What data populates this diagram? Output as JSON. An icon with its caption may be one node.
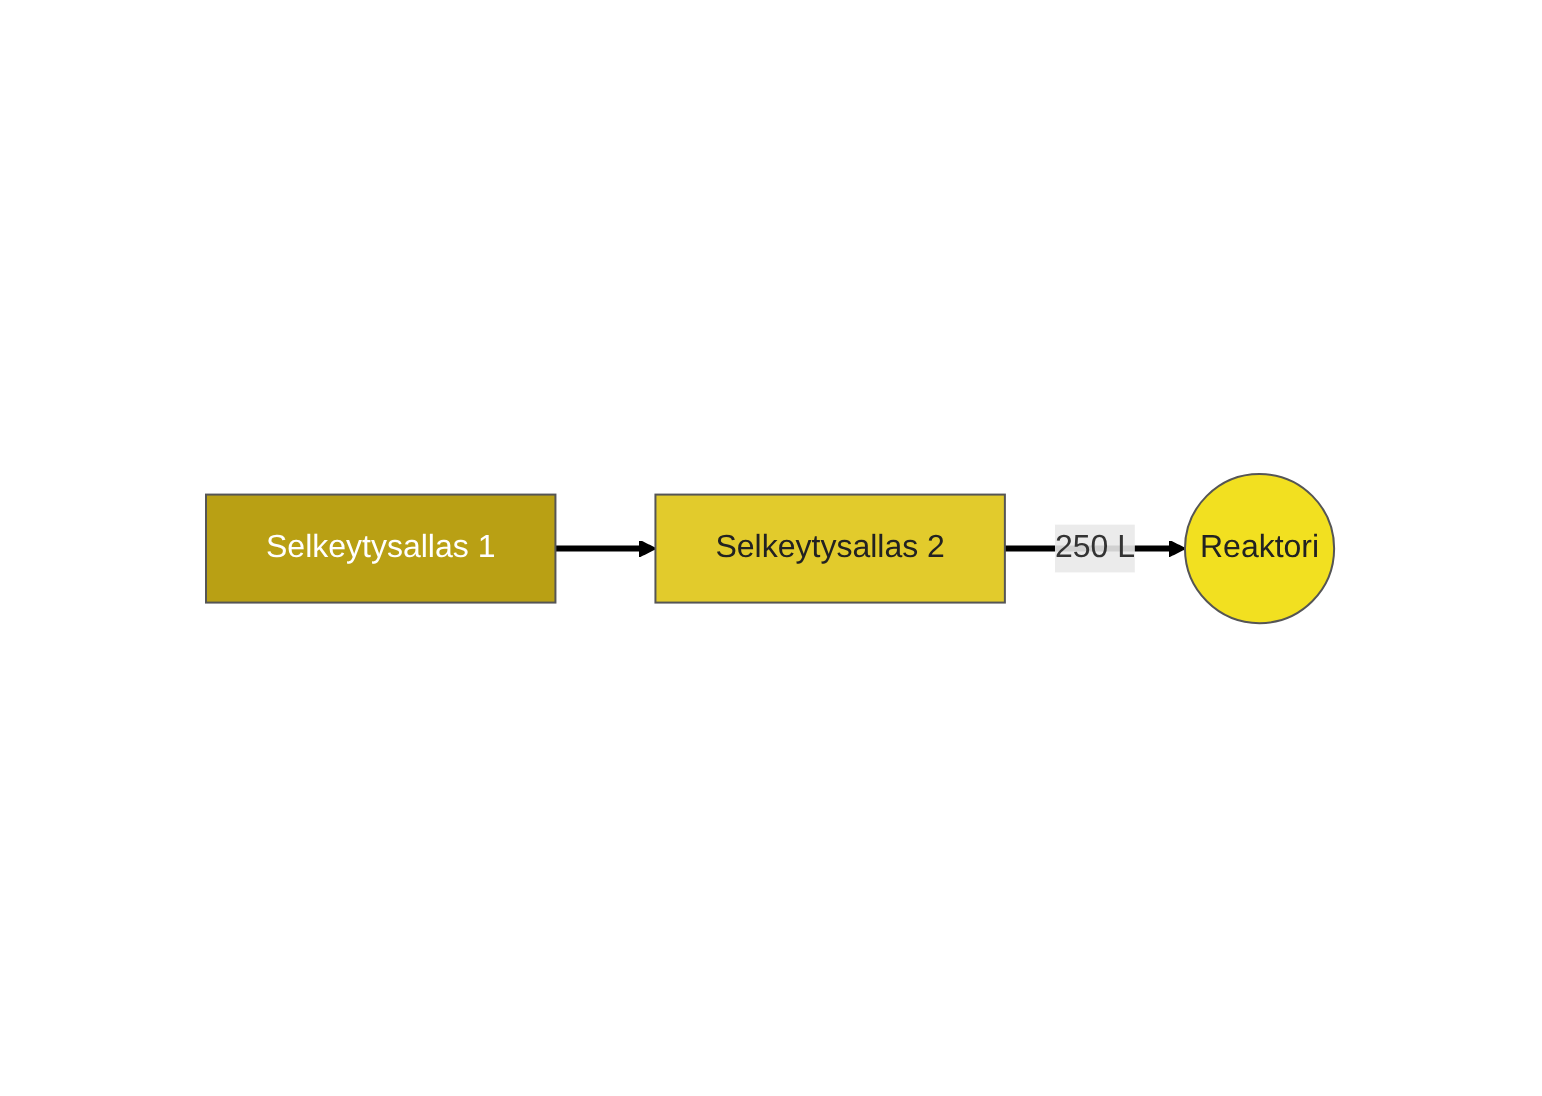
{
  "diagram": {
    "nodes": [
      {
        "text": [
          "Selkeytysallas 1"
        ]
      },
      {
        "text": [
          "Selkeytysallas 2"
        ]
      },
      {
        "text": [
          "Reaktori"
        ]
      }
    ],
    "edges": [
      {
        "from": 0,
        "to": 1,
        "arrow": "to"
      },
      {
        "from": 1,
        "to": 2,
        "arrow": "to",
        "label": "250 L"
      }
    ]
  }
}
